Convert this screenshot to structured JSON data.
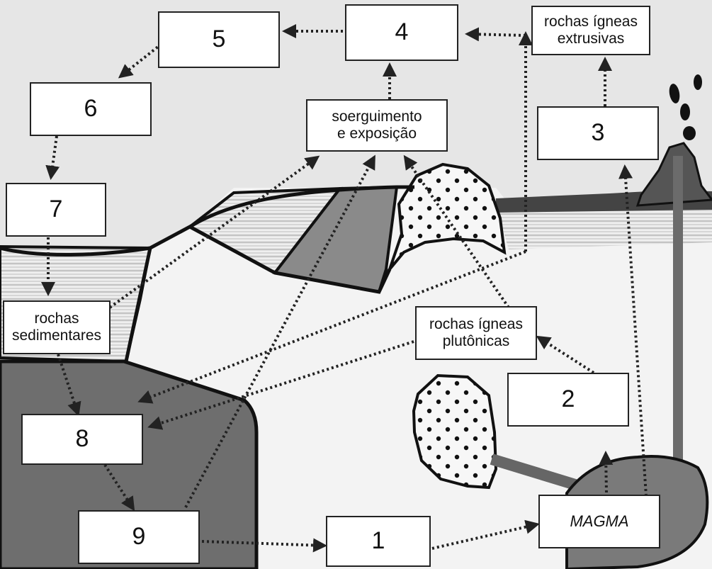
{
  "diagram": {
    "boxes": {
      "b1": "1",
      "b2": "2",
      "b3": "3",
      "b4": "4",
      "b5": "5",
      "b6": "6",
      "b7": "7",
      "b8": "8",
      "b9": "9",
      "magma": "MAGMA",
      "extrusive": [
        "rochas ígneas",
        "extrusivas"
      ],
      "uplift": [
        "soerguimento",
        "e exposição"
      ],
      "plutonic": [
        "rochas ígneas",
        "plutônicas"
      ],
      "sedimentary": [
        "rochas",
        "sedimentares"
      ]
    },
    "colors": {
      "sky": "#e6e6e6",
      "ground": "#f2f2f2",
      "dark_rock": "#6e6e6e",
      "mid_rock": "#8a8a8a",
      "outline": "#111111",
      "arrow": "#222222"
    }
  }
}
